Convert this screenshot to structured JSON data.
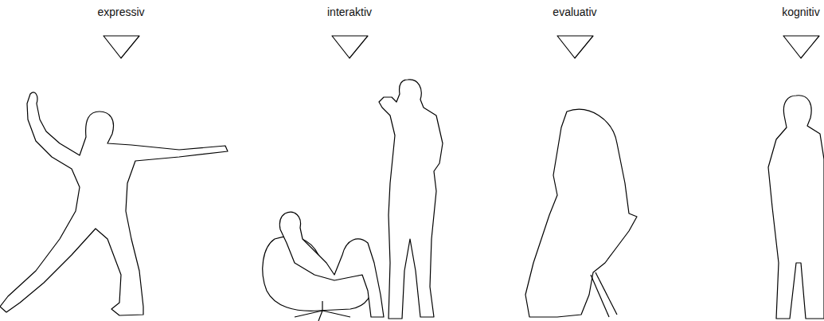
{
  "diagram": {
    "labels": [
      "expressiv",
      "interaktiv",
      "evaluativ",
      "kognitiv"
    ]
  }
}
